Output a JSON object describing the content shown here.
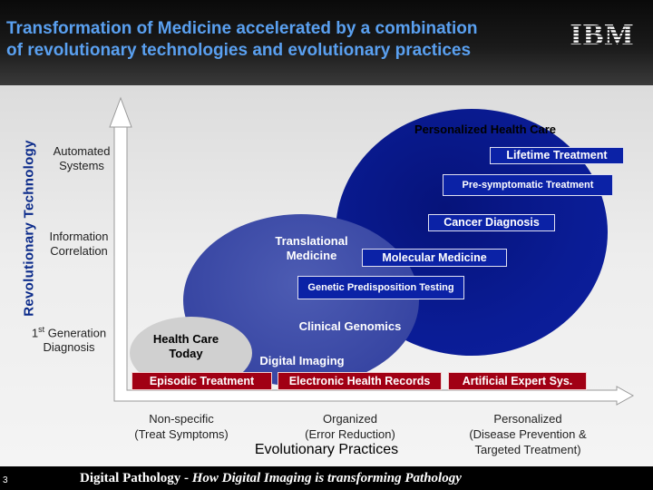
{
  "header": {
    "title_line1": "Transformation of Medicine accelerated by a combination",
    "title_line2": "of revolutionary technologies and evolutionary practices",
    "logo_text": "IBM"
  },
  "y_axis": {
    "label": "Revolutionary Technology",
    "levels": [
      {
        "line1": "Automated",
        "line2": "Systems"
      },
      {
        "line1": "Information",
        "line2": "Correlation"
      },
      {
        "line1_prefix": "1",
        "line1_sup": "st",
        "line1_rest": " Generation",
        "line2": "Diagnosis"
      }
    ]
  },
  "x_axis": {
    "label": "Evolutionary Practices",
    "categories": [
      {
        "line1": "Non-specific",
        "line2": "(Treat Symptoms)"
      },
      {
        "line1": "Organized",
        "line2": "(Error Reduction)"
      },
      {
        "line1": "Personalized",
        "line2": "(Disease Prevention &",
        "line3": "Targeted Treatment)"
      }
    ]
  },
  "regions": {
    "personalized": "Personalized Health Care",
    "translational_line1": "Translational",
    "translational_line2": "Medicine",
    "today_line1": "Health Care",
    "today_line2": "Today"
  },
  "blue_boxes": {
    "lifetime": "Lifetime Treatment",
    "presymptomatic": "Pre-symptomatic Treatment",
    "cancer": "Cancer Diagnosis",
    "molecular": "Molecular Medicine",
    "genetic": "Genetic Predisposition Testing"
  },
  "labels": {
    "clinical_genomics": "Clinical Genomics",
    "digital_imaging": "Digital Imaging"
  },
  "red_boxes": {
    "episodic": "Episodic Treatment",
    "ehr": "Electronic Health Records",
    "expert": "Artificial Expert Sys."
  },
  "footer": {
    "page": "3",
    "text_bold": "Digital Pathology - ",
    "text_italic": "How Digital Imaging is transforming Pathology"
  },
  "colors": {
    "title": "#5aa0f0",
    "blue_box": "#0b22a6",
    "red_box": "#a10014",
    "dark_ellipse": "#0a1c95",
    "mid_ellipse": "#3846a3"
  }
}
